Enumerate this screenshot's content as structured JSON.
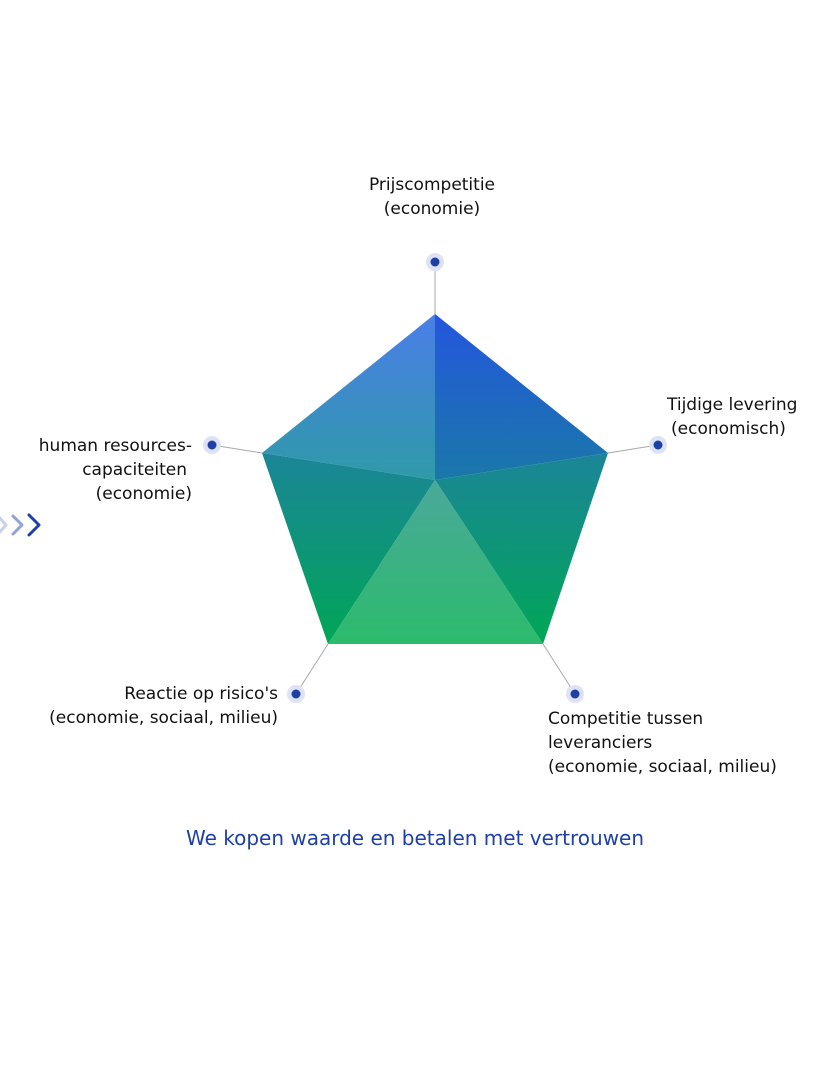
{
  "axes": [
    {
      "id": "top",
      "lines": [
        "Prijscompetitie",
        "(economie)"
      ]
    },
    {
      "id": "right",
      "lines": [
        "Tijdige levering",
        "(economisch)"
      ]
    },
    {
      "id": "bottom_right",
      "lines": [
        "Competitie tussen",
        "leveranciers",
        "(economie, sociaal, milieu)"
      ]
    },
    {
      "id": "bottom_left",
      "lines": [
        "Reactie op risico's",
        "(economie, sociaal, milieu)"
      ]
    },
    {
      "id": "left",
      "lines": [
        "human resources-",
        "capaciteiten",
        "(economie)"
      ]
    }
  ],
  "tagline": "We kopen waarde en betalen met vertrouwen",
  "colors": {
    "accent_blue": "#1e3fa8",
    "gradient_top": "#2a5fd8",
    "gradient_mid": "#138c96",
    "gradient_bottom": "#00a656",
    "inner_light": "#3fb87d",
    "marker_dot": "#1e3fa8",
    "marker_halo": "#dde3f5",
    "connector": "#a8a8a8",
    "chevron": "#1e3fa8"
  },
  "icons": [
    "chevron-right-icon"
  ]
}
